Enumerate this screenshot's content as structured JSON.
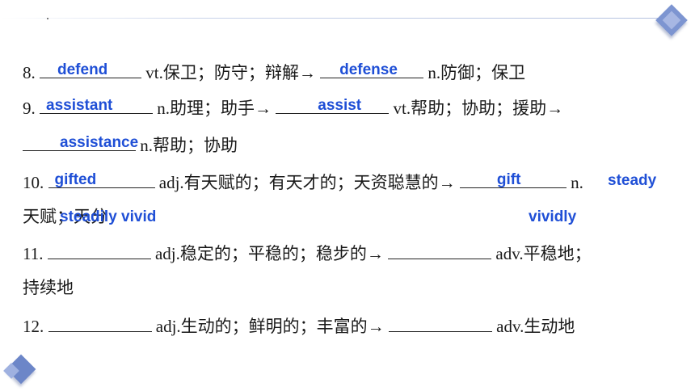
{
  "colors": {
    "answer": "#1f4fd6",
    "decoration": "#6b87c9"
  },
  "decorations": [
    "diamond-top-right",
    "diamond-bottom-left"
  ],
  "items": [
    {
      "num": "8.",
      "blank1_answer": "defend",
      "text1": " vt.保卫；防守；辩解→ ",
      "blank2_answer": "defense",
      "text2": " n.防御；保卫"
    },
    {
      "num": "9.",
      "blank1_answer": "assistant",
      "text1": " n.助理；助手→ ",
      "blank2_answer": "assist",
      "text2": " vt.帮助；协助；援助→",
      "blank3_answer": "assistance",
      "text3": "n.帮助；协助"
    },
    {
      "num": "10.",
      "blank1_answer": "gifted",
      "text1": " adj.有天赋的；有天才的；天资聪慧的→ ",
      "blank2_answer": "gift",
      "text2_end": " n.",
      "cont": "天赋；天分",
      "stray_answers": [
        "steady",
        "steadily vivid",
        "vividly"
      ]
    },
    {
      "num": "11.",
      "text1": " adj.稳定的；平稳的；稳步的→ ",
      "text2": " adv.平稳地；",
      "cont": "持续地"
    },
    {
      "num": "12.",
      "text1": " adj.生动的；鲜明的；丰富的→ ",
      "text2": " adv.生动地"
    }
  ]
}
